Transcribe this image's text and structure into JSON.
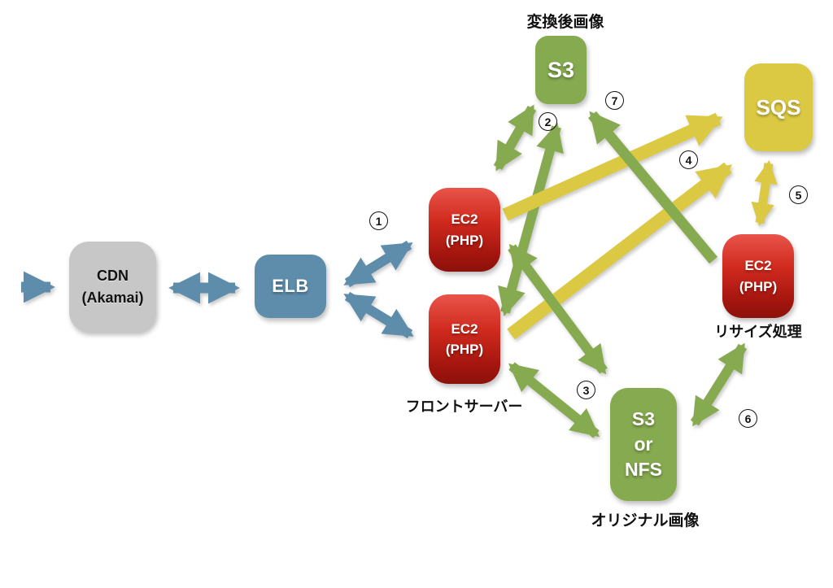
{
  "palette": {
    "blue": "#5e8dac",
    "green": "#86aa50",
    "yellow": "#dcc943",
    "red": "#c2241a",
    "gray": "#c7c7c7"
  },
  "nodes": {
    "cdn": {
      "line1": "CDN",
      "line2": "(Akamai)"
    },
    "elb": {
      "label": "ELB"
    },
    "ec2_front_top": {
      "line1": "EC2",
      "line2": "(PHP)"
    },
    "ec2_front_bottom": {
      "line1": "EC2",
      "line2": "(PHP)"
    },
    "s3_converted": {
      "label": "S3",
      "caption": "変換後画像"
    },
    "sqs": {
      "label": "SQS"
    },
    "ec2_resize": {
      "line1": "EC2",
      "line2": "(PHP)",
      "caption": "リサイズ処理"
    },
    "s3_or_nfs": {
      "line1": "S3",
      "line2": "or",
      "line3": "NFS",
      "caption": "オリジナル画像"
    },
    "front_servers": {
      "caption": "フロントサーバー"
    }
  },
  "steps": {
    "n1": "1",
    "n2": "2",
    "n3": "3",
    "n4": "4",
    "n5": "5",
    "n6": "6",
    "n7": "7"
  }
}
